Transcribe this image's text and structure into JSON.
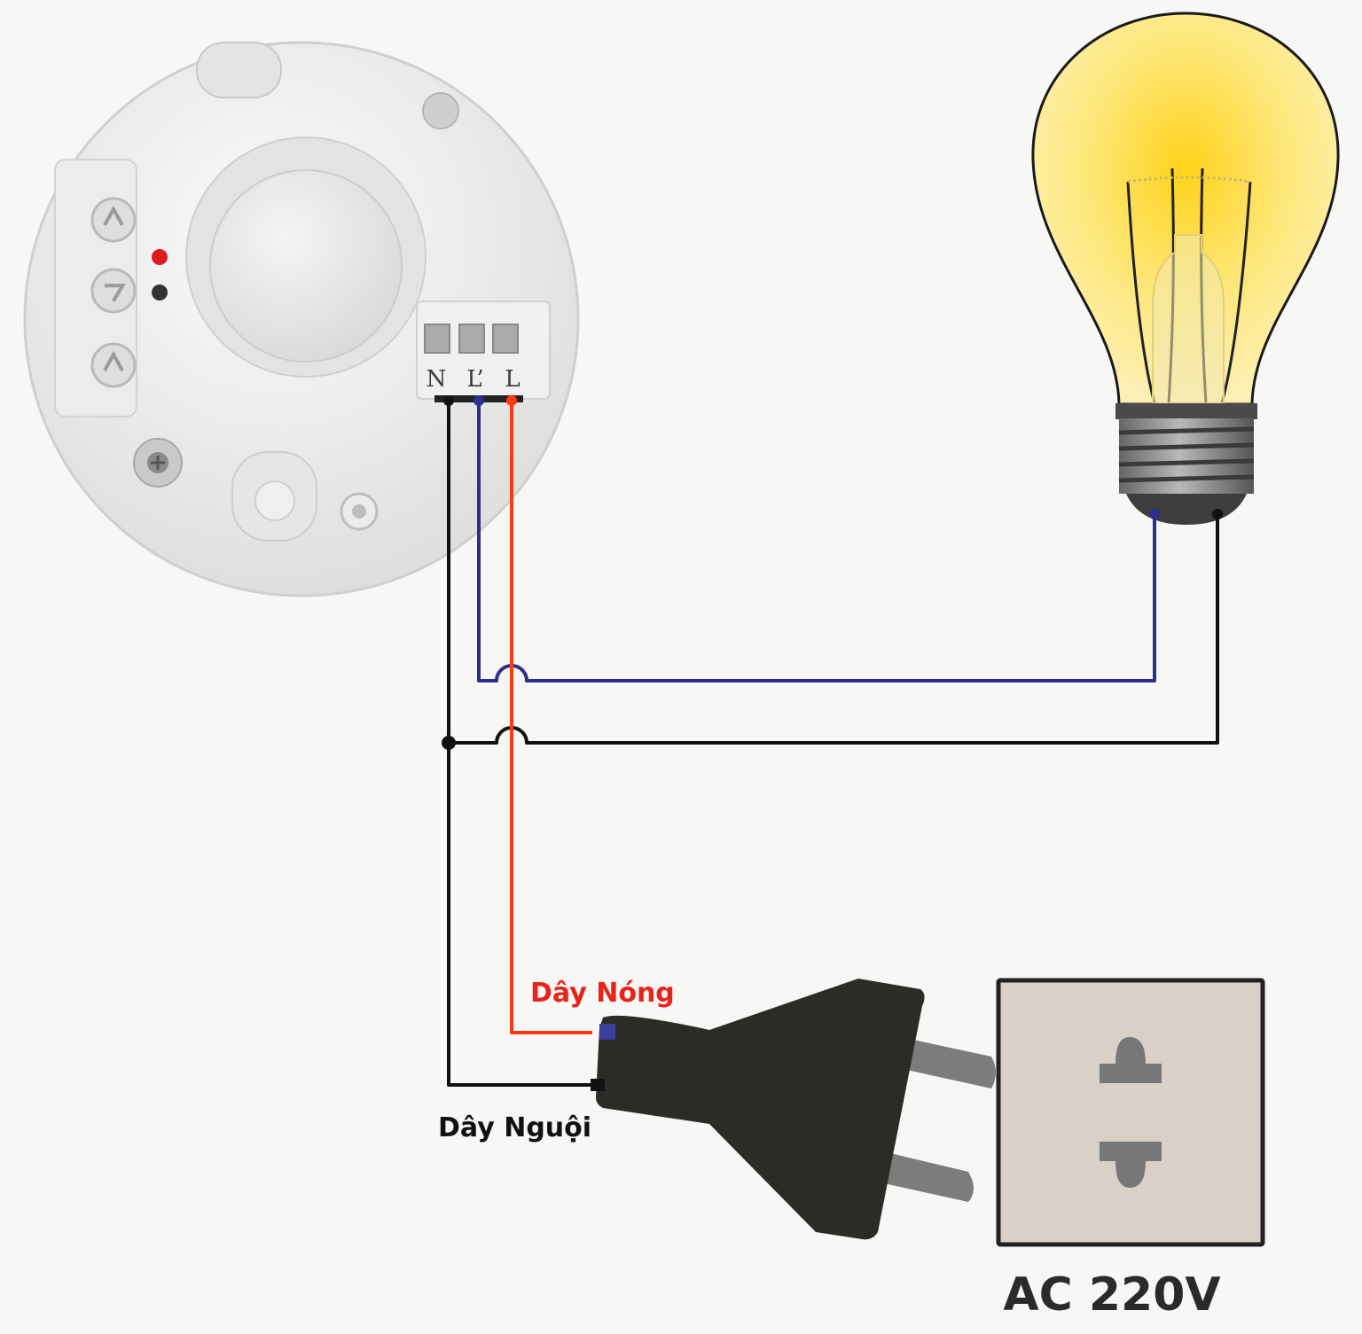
{
  "sensor": {
    "terminals": [
      {
        "label": "N"
      },
      {
        "label": "L’"
      },
      {
        "label": "L"
      }
    ]
  },
  "wires": {
    "hot_label": "Dây Nóng",
    "neutral_label": "Dây Nguội"
  },
  "socket": {
    "voltage_label": "AC 220V"
  },
  "colors": {
    "hot_wire": "#ff3a10",
    "neutral_wire": "#111111",
    "load_wire": "#2d2f8f",
    "hot_label": "#e8231a",
    "bulb_glass": "#fbd94a",
    "plug_body": "#2b2b27",
    "socket_face": "#d9d1c8"
  }
}
